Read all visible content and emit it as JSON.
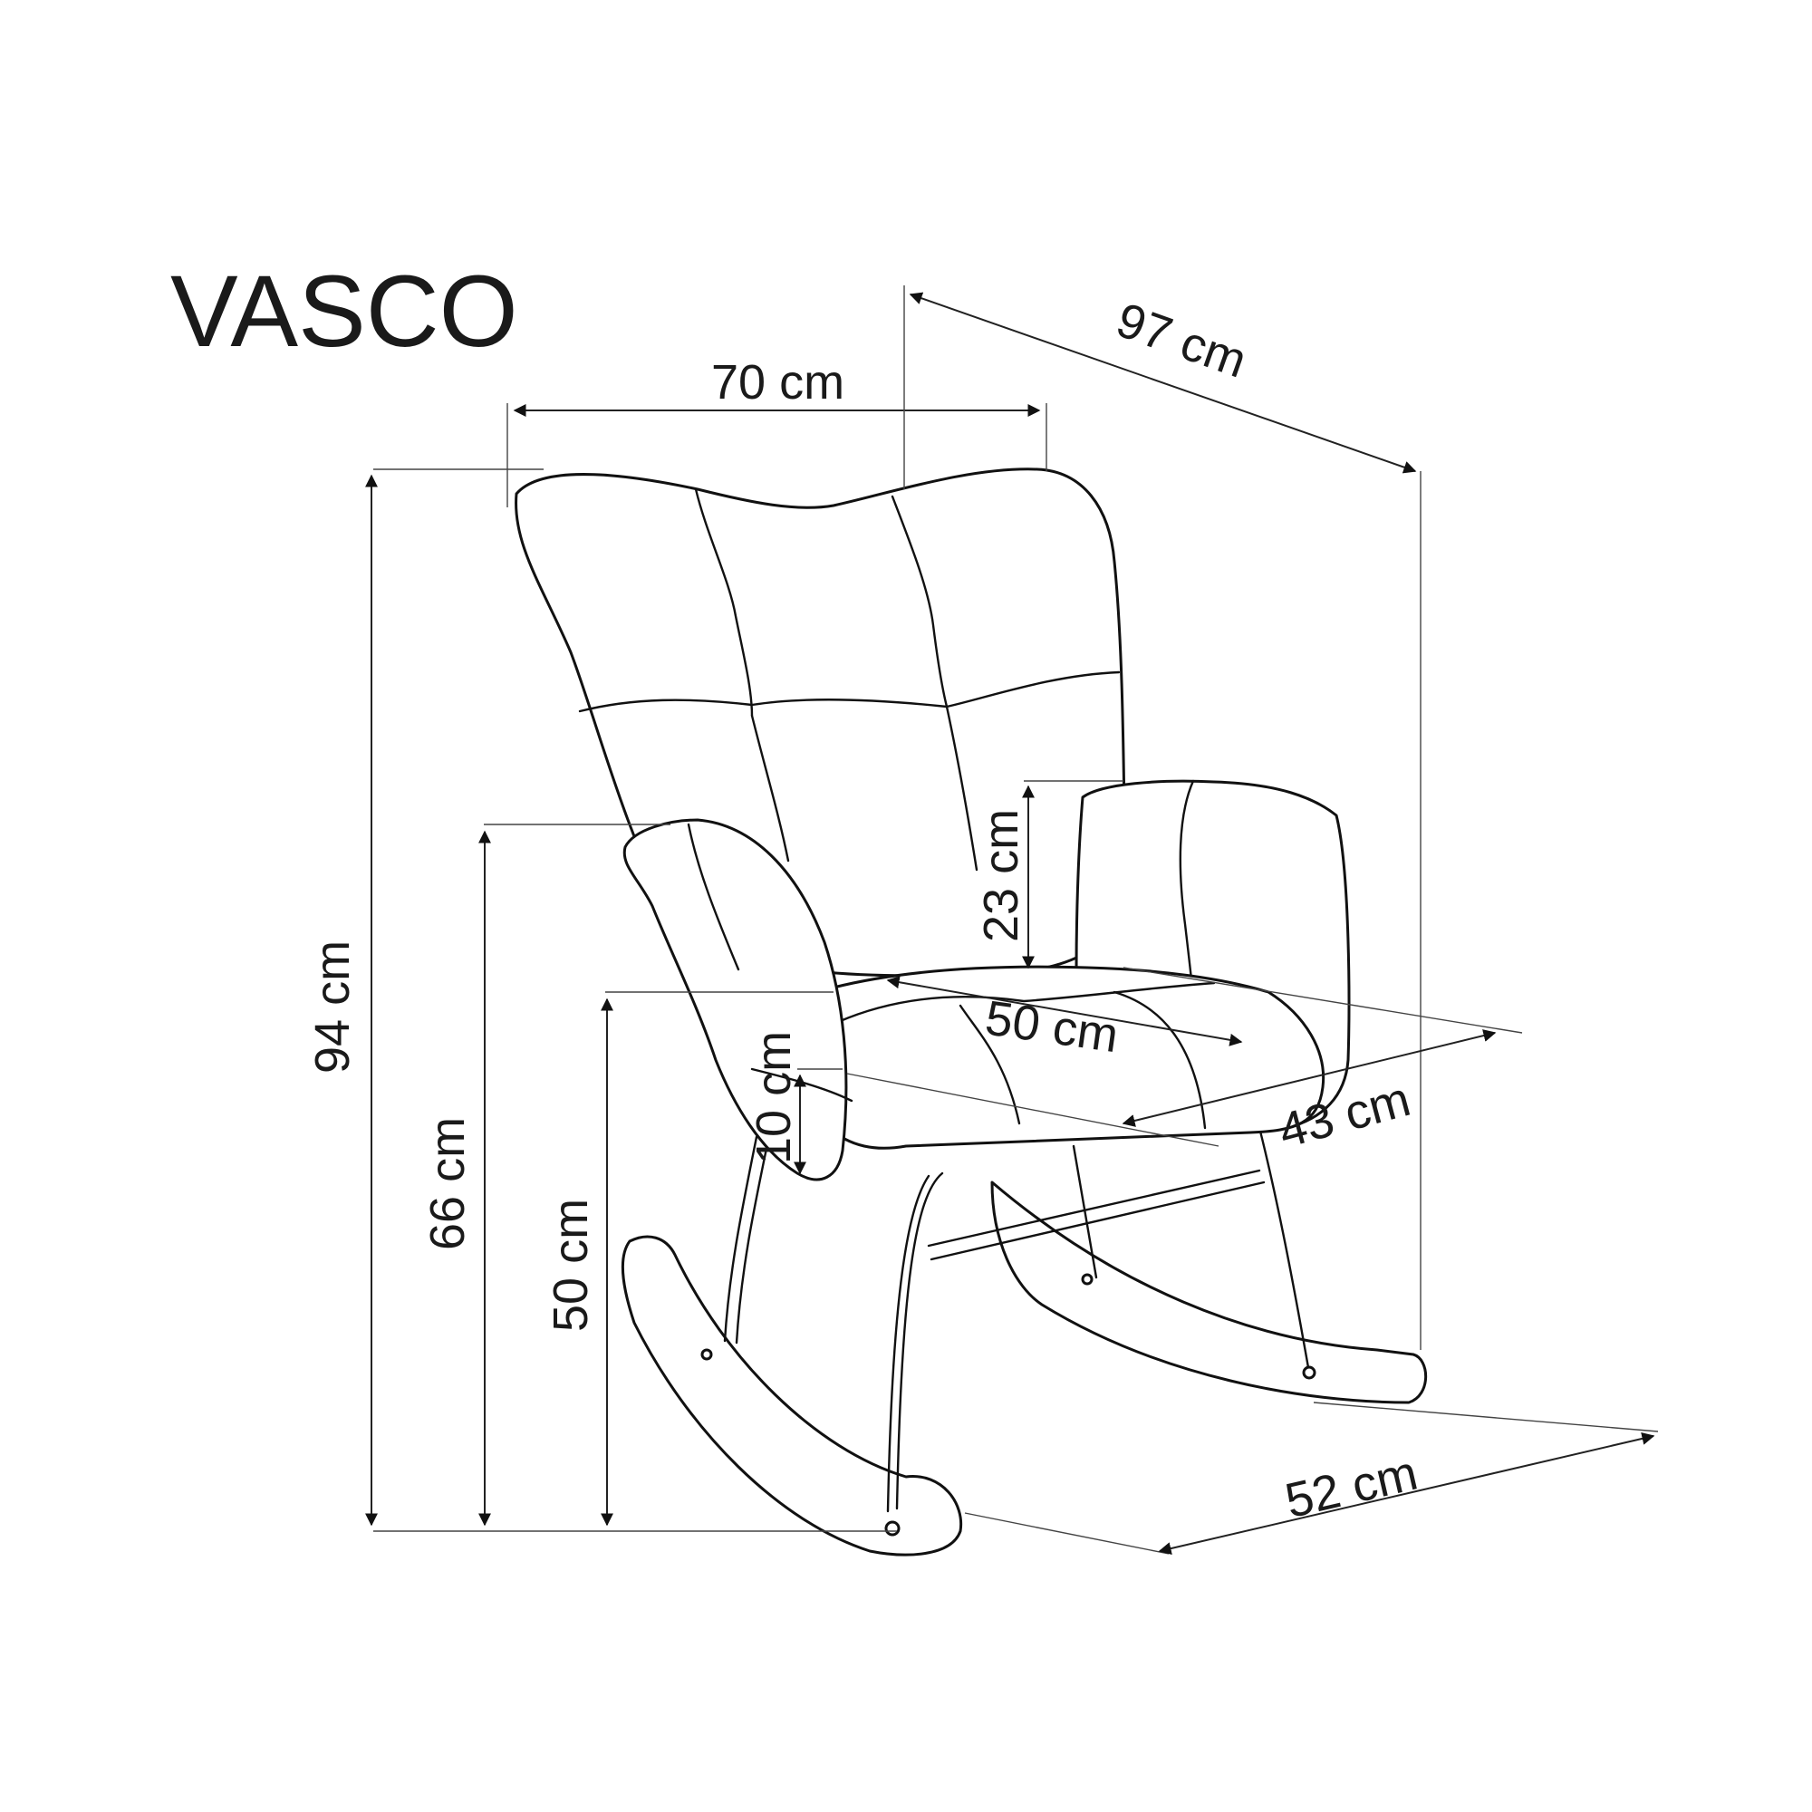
{
  "title": "VASCO",
  "dimensions": {
    "width": "70 cm",
    "depth": "97 cm",
    "height": "94 cm",
    "armrest_height": "66 cm",
    "seat_height": "50 cm",
    "armrest_above_seat": "23 cm",
    "seat_cushion": "10 cm",
    "seat_width": "50 cm",
    "seat_depth": "43 cm",
    "base_depth": "52 cm"
  },
  "colors": {
    "line": "#111111",
    "background": "#ffffff"
  }
}
